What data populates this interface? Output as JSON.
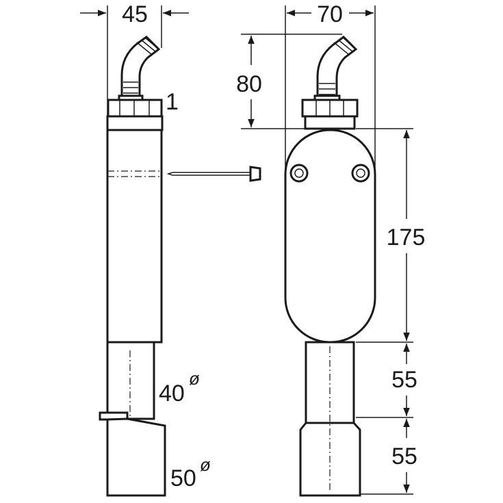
{
  "drawing": {
    "side_view": {
      "width_dim": "45",
      "part_number": "1",
      "pipe_upper_dia": "40",
      "pipe_lower_dia": "50",
      "dia_symbol": "ø"
    },
    "front_view": {
      "width_dim": "70",
      "height_top_dim": "80",
      "body_dim": "175",
      "pipe1_dim": "55",
      "pipe2_dim": "55"
    }
  }
}
